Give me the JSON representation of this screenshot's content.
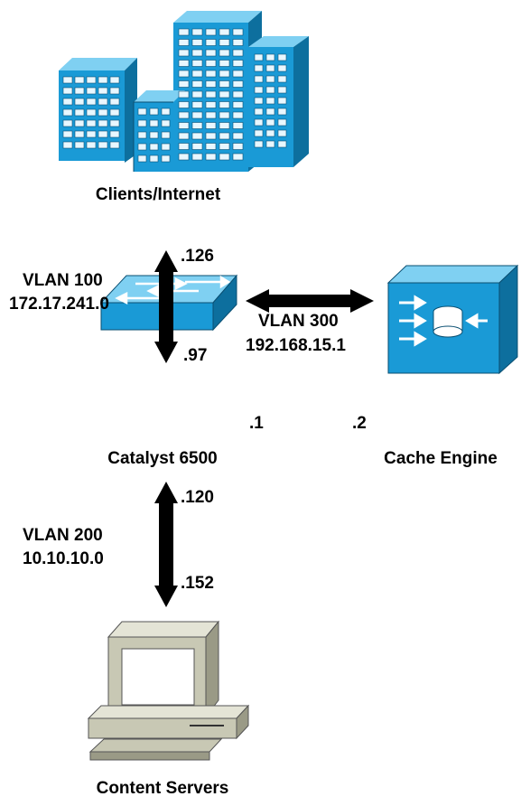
{
  "nodes": {
    "clients": {
      "label": "Clients/Internet",
      "icon": "office-buildings-icon"
    },
    "switch": {
      "label": "Catalyst 6500",
      "icon": "network-switch-icon"
    },
    "cache": {
      "label": "Cache Engine",
      "icon": "cache-engine-icon"
    },
    "servers": {
      "label": "Content Servers",
      "icon": "workstation-computer-icon"
    }
  },
  "links": {
    "vlan100": {
      "name": "VLAN 100",
      "subnet": "172.17.241.0",
      "end_top": ".126",
      "end_bottom": ".97"
    },
    "vlan300": {
      "name": "VLAN 300",
      "subnet": "192.168.15.1",
      "end_left": ".1",
      "end_right": ".2"
    },
    "vlan200": {
      "name": "VLAN 200",
      "subnet": "10.10.10.0",
      "end_top": ".120",
      "end_bottom": ".152"
    }
  },
  "colors": {
    "icon_blue": "#1a9ad6",
    "icon_dark": "#0d6f9e",
    "icon_light": "#7fd0f2",
    "computer_beige": "#c8c8b4",
    "arrow": "#000000"
  }
}
